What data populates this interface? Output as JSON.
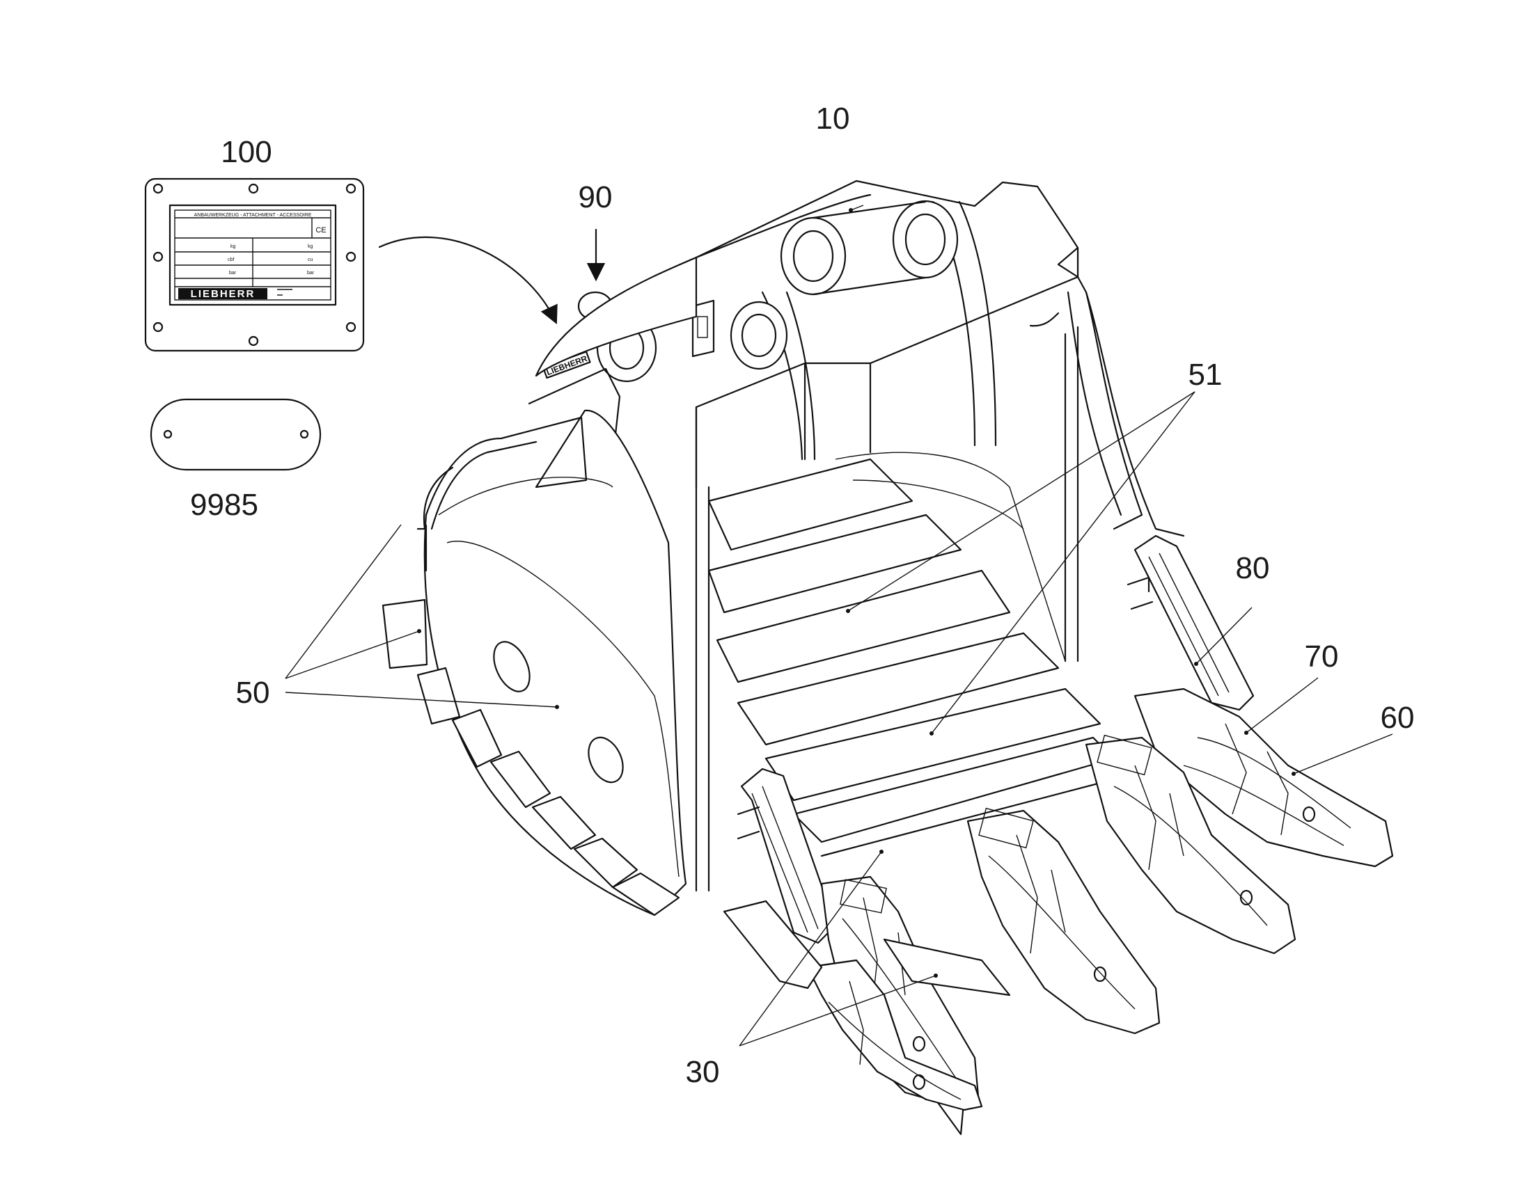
{
  "figure": {
    "labels": {
      "ref_100": "100",
      "ref_10": "10",
      "ref_90": "90",
      "ref_51": "51",
      "ref_9985": "9985",
      "ref_80": "80",
      "ref_70": "70",
      "ref_60": "60",
      "ref_50": "50",
      "ref_30": "30"
    },
    "nameplate": {
      "header": "ANBAUWERKZEUG - ATTACHMENT - ACCESSOIRE",
      "ce_mark": "CE",
      "unit_kg_left": "kg",
      "unit_kg_right": "kg",
      "unit_cbf": "cbf",
      "unit_cu": "cu",
      "unit_bar_left": "bar",
      "unit_bar_right": "bar",
      "brand": "LIEBHERR"
    },
    "bucket_badge": "LIEBHERR"
  }
}
